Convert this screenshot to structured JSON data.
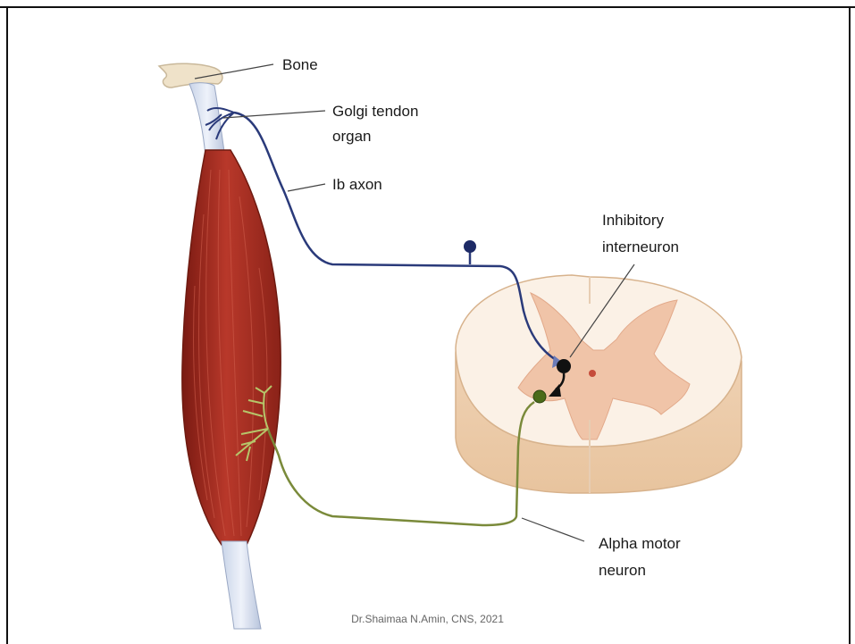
{
  "labels": {
    "bone": "Bone",
    "golgi_line1": "Golgi tendon",
    "golgi_line2": "organ",
    "ib_axon": "Ib axon",
    "inhibitory_line1": "Inhibitory",
    "inhibitory_line2": "interneuron",
    "alpha_line1": "Alpha motor",
    "alpha_line2": "neuron"
  },
  "footer": "Dr.Shaimaa N.Amin, CNS, 2021",
  "colors": {
    "muscle": "#a52a20",
    "sensory_axon": "#2a3a7a",
    "motor_axon": "#7a8a3a",
    "gray_matter": "#f0c4a8",
    "white_matter": "#fbf1e6",
    "interneuron": "#111111"
  }
}
